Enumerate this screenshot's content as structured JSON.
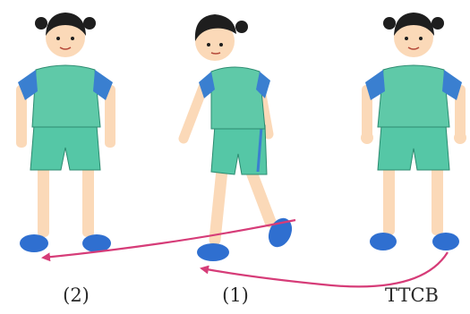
{
  "figures": [
    {
      "label": "(2)",
      "pose": "standing-feet-apart"
    },
    {
      "label": "(1)",
      "pose": "stepping-forward"
    },
    {
      "label": "TTCB",
      "pose": "standing-ready"
    }
  ],
  "colors": {
    "shirt": "#5fc9a8",
    "shirt_shade": "#46b08f",
    "sleeve": "#3a7fd0",
    "shorts": "#55c7a6",
    "skin": "#fbd9b8",
    "hair": "#1e1e1e",
    "shoe": "#2f6fd0",
    "arrow": "#d63c78"
  },
  "icons": [
    "walking-path-arrow"
  ]
}
